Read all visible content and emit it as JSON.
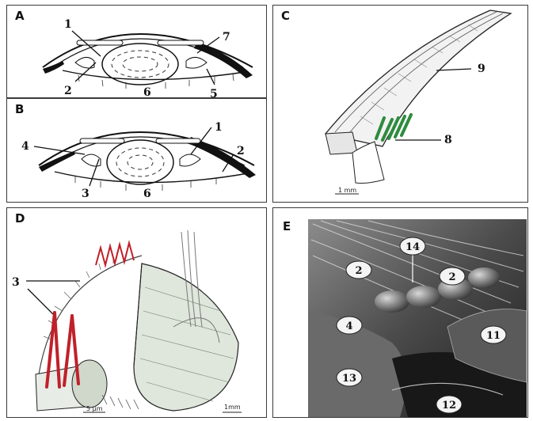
{
  "panels": {
    "a": {
      "letter": "A",
      "labels": [
        "1",
        "7",
        "2",
        "6",
        "5"
      ]
    },
    "b": {
      "letter": "B",
      "labels": [
        "1",
        "4",
        "2",
        "3",
        "6"
      ]
    },
    "c": {
      "letter": "C",
      "labels": [
        "9",
        "8"
      ],
      "scale": "1 mm"
    },
    "d": {
      "letter": "D",
      "labels": [
        "3"
      ],
      "scale_left": "5 μm",
      "scale_right": "1mm"
    },
    "e": {
      "letter": "E",
      "labels": [
        "14",
        "2",
        "2",
        "4",
        "11",
        "13",
        "12"
      ]
    }
  },
  "colors": {
    "muscle_green": "#2e8b3e",
    "fiber_red": "#c0202a",
    "outline": "#222222"
  }
}
